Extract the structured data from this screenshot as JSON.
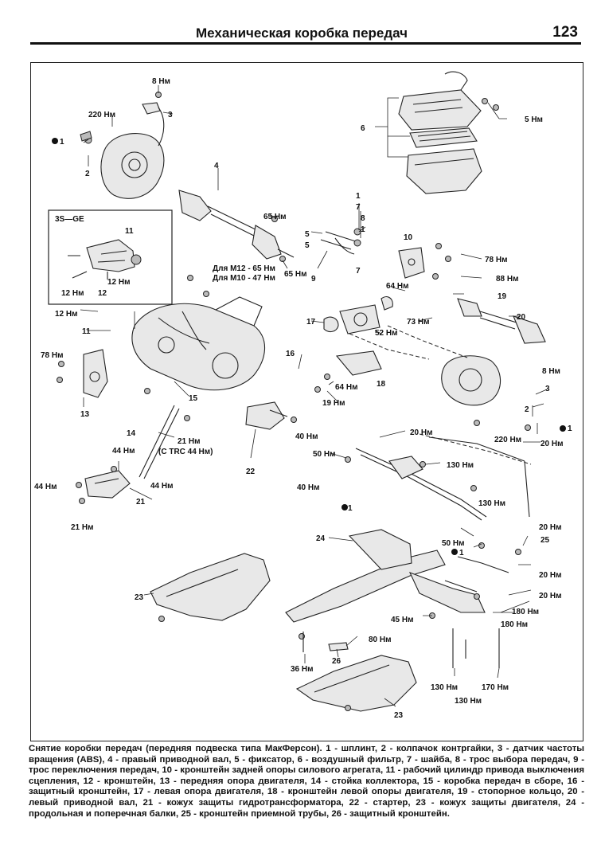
{
  "header": {
    "title": "Механическая коробка передач",
    "page_number": "123"
  },
  "inset": {
    "label": "3S—GE"
  },
  "labels": {
    "l1": "8 Нм",
    "l2": "3",
    "l3": "220 Нм",
    "l4": "1",
    "l5": "2",
    "l6": "6",
    "l7": "5 Нм",
    "l8": "4",
    "l9": "65 Нм",
    "l10": "65 Нм",
    "l11": "1",
    "l12": "7",
    "l13": "8",
    "l14": "1",
    "l15": "5",
    "l16": "5",
    "l17": "9",
    "l18": "7",
    "l19": "10",
    "l20": "78 Нм",
    "l21": "88 Нм",
    "l22": "11",
    "l23": "12 Нм",
    "l24": "12 Нм",
    "l25": "12",
    "l26": "Для М12 - 65 Нм",
    "l27": "Для М10 - 47 Нм",
    "l28": "64 Нм",
    "l29": "19",
    "l30": "12 Нм",
    "l31": "11",
    "l32": "17",
    "l33": "52 Нм",
    "l34": "73 Нм",
    "l35": "20",
    "l36": "78 Нм",
    "l37": "16",
    "l38": "64 Нм",
    "l39": "18",
    "l40": "8 Нм",
    "l41": "3",
    "l42": "13",
    "l43": "15",
    "l44": "19 Нм",
    "l45": "2",
    "l46": "20 Нм",
    "l47": "220 Нм",
    "l48": "1",
    "l49": "20 Нм",
    "l50": "14",
    "l51": "21 Нм",
    "l52": "(С TRC  44 Нм)",
    "l53": "40 Нм",
    "l54": "44 Нм",
    "l55": "22",
    "l56": "50 Нм",
    "l57": "130 Нм",
    "l58": "44 Нм",
    "l59": "44 Нм",
    "l60": "40 Нм",
    "l61": "21",
    "l62": "130 Нм",
    "l63": "1",
    "l64": "21 Нм",
    "l65": "20 Нм",
    "l66": "24",
    "l67": "50 Нм",
    "l68": "25",
    "l69": "1",
    "l70": "20 Нм",
    "l71": "23",
    "l72": "20 Нм",
    "l73": "180 Нм",
    "l74": "45 Нм",
    "l75": "180 Нм",
    "l76": "80 Нм",
    "l77": "36 Нм",
    "l78": "26",
    "l79": "130 Нм",
    "l80": "170 Нм",
    "l81": "130 Нм",
    "l82": "23"
  },
  "caption": "Снятие коробки передач (передняя подвеска типа МакФерсон). 1 - шплинт, 2 - колпачок контргайки, 3 - датчик частоты вращения (ABS), 4 - правый приводной вал, 5 - фиксатор, 6 - воздушный фильтр, 7 - шайба, 8 - трос выбора передач, 9 - трос переключения передач, 10 - кронштейн задней опоры силового агрегата, 11 - рабочий цилиндр привода выключения сцепления, 12 - кронштейн, 13 - передняя опора двигателя, 14 - стойка коллектора, 15 - коробка передач в сборе, 16 - защитный кронштейн, 17 - левая опора двигателя, 18 - кронштейн левой опоры двигателя, 19 - стопорное кольцо, 20 - левый приводной вал, 21 - кожух защиты гидротрансформатора, 22 - стартер, 23 - кожух защиты двигателя, 24 - продольная и поперечная балки, 25 - кронштейн приемной трубы, 26 - защитный кронштейн."
}
